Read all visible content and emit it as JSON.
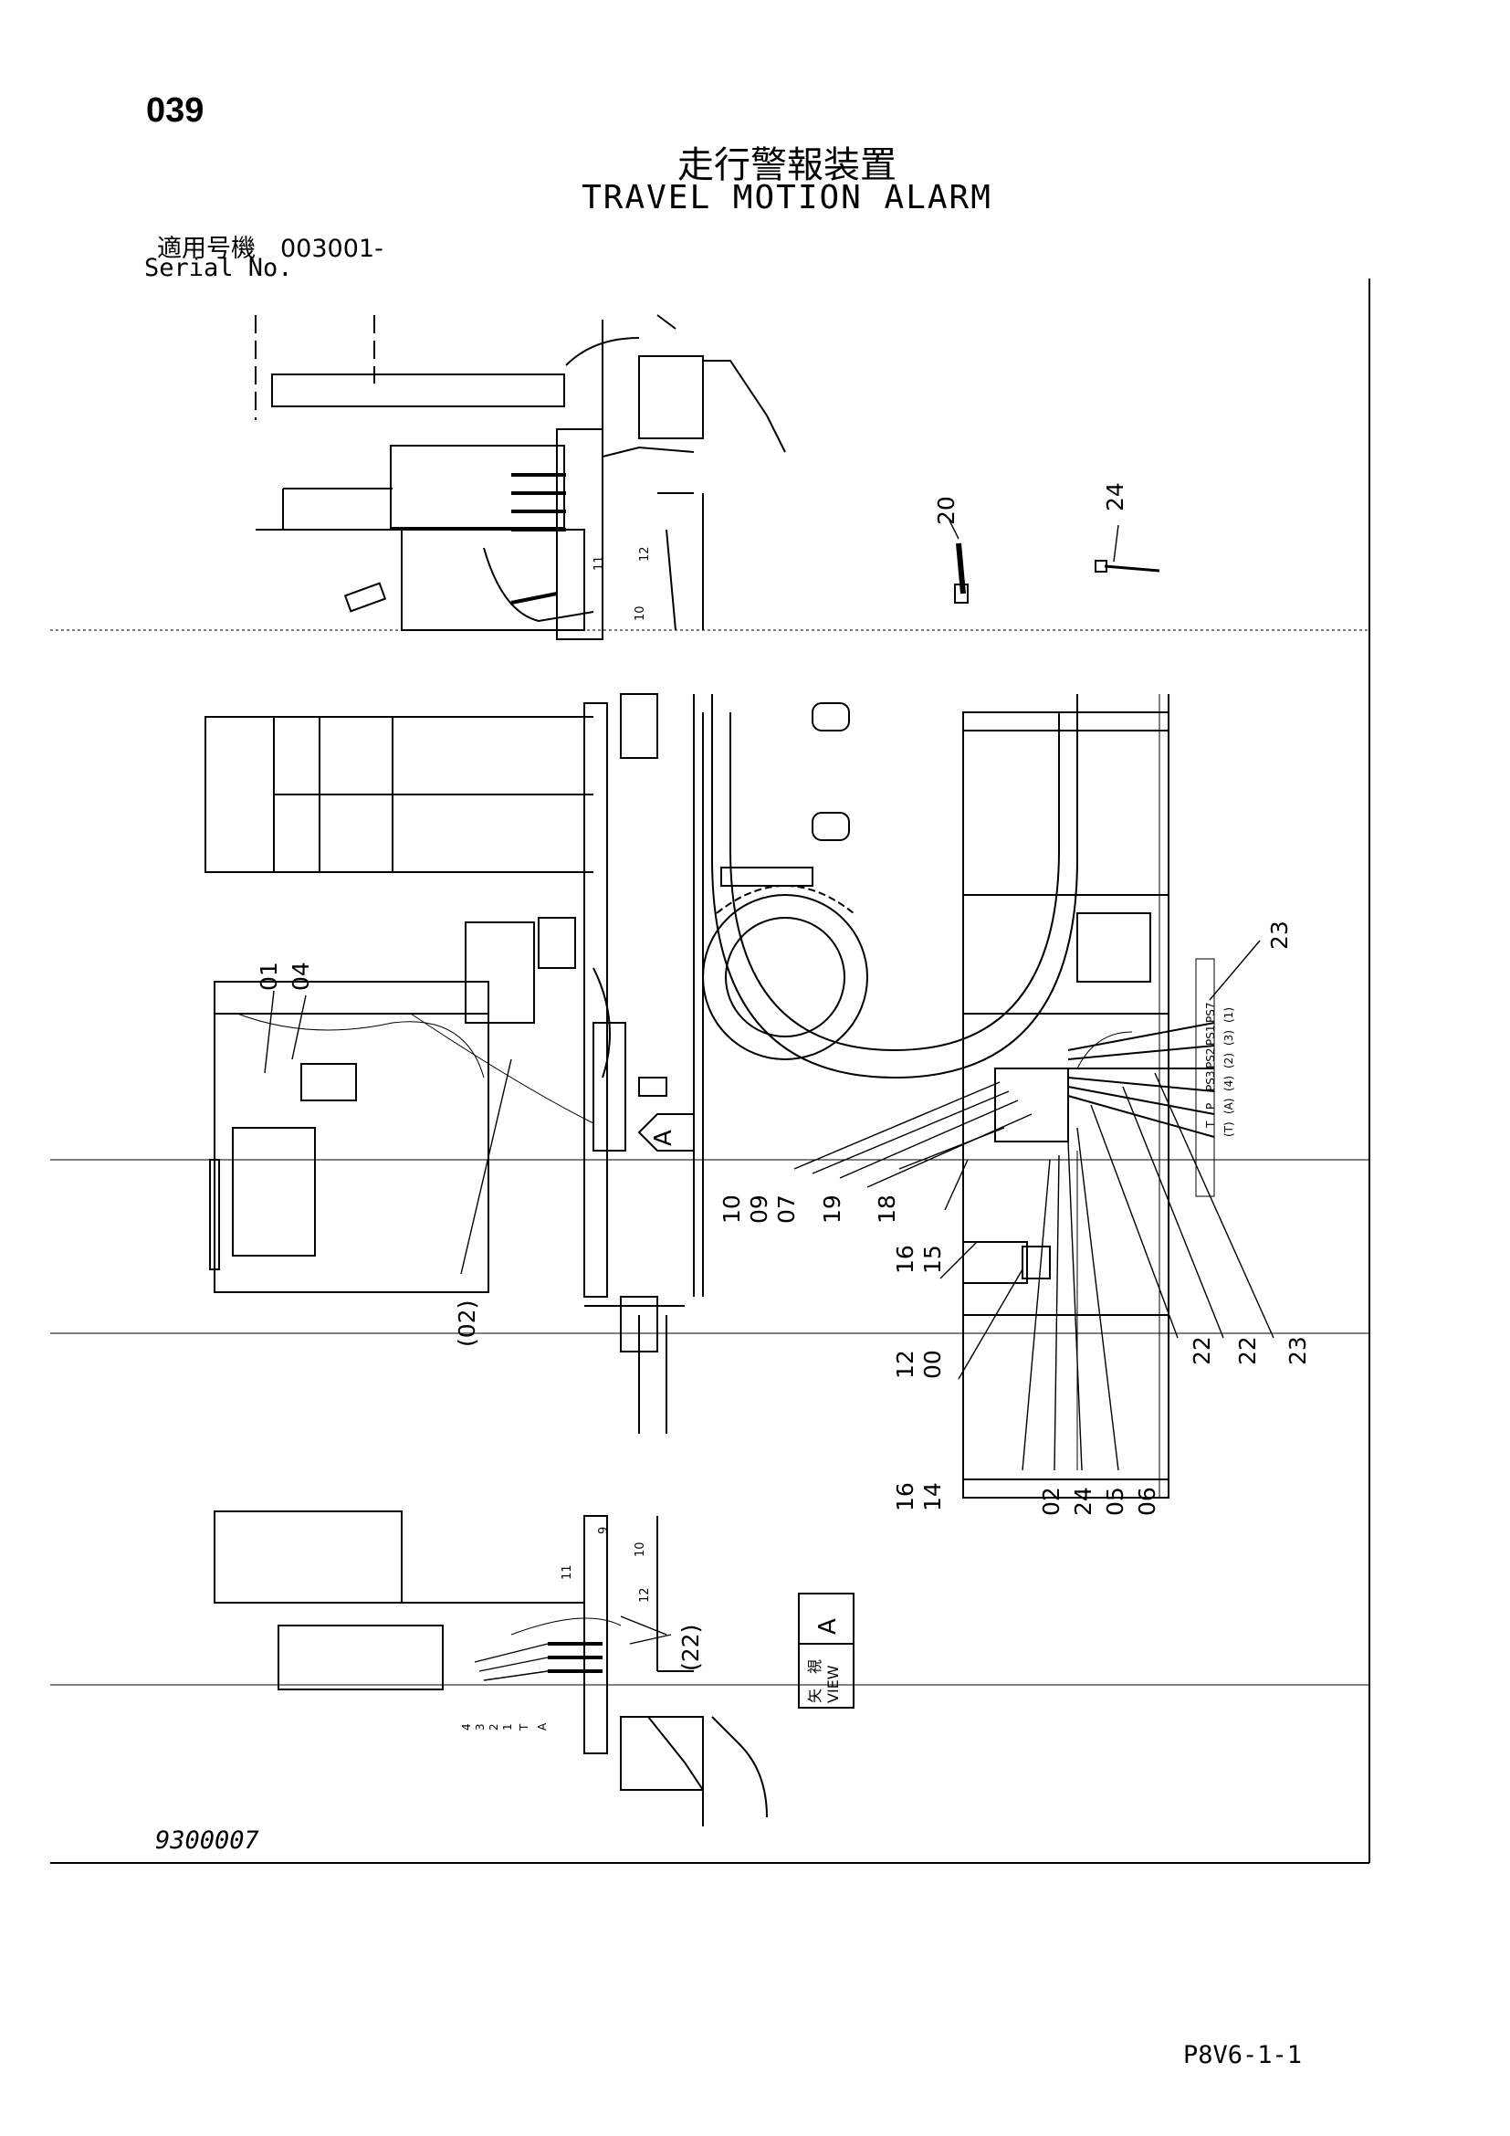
{
  "header": {
    "page_number": "039",
    "title_jp": "走行警報装置",
    "title_en": "TRAVEL MOTION ALARM",
    "serial_jp": "適用号機　003001-",
    "serial_en": "Serial No."
  },
  "footer": {
    "drawing_number": "9300007",
    "page_code": "P8V6-1-1"
  },
  "callouts": {
    "c20": "20",
    "c24a": "24",
    "c01": "01",
    "c04": "04",
    "c23a": "23",
    "c10": "10",
    "c09": "09",
    "c07": "07",
    "c19": "19",
    "c18": "18",
    "c16a": "16",
    "c15": "15",
    "c02p": "(02)",
    "c12": "12",
    "c00": "00",
    "c22a": "22",
    "c22b": "22",
    "c23b": "23",
    "c16b": "16",
    "c14": "14",
    "c02": "02",
    "c24b": "24",
    "c05": "05",
    "c06": "06",
    "c22p": "(22)",
    "top_10": "10",
    "top_11": "11",
    "top_12": "12",
    "bot_9": "9",
    "bot_10": "10",
    "bot_11": "11",
    "bot_12": "12"
  },
  "view_marker": {
    "arrow_letter": "A",
    "view_label": "VIEW",
    "view_letter": "A",
    "view_jp": "矢　視"
  },
  "port_labels": {
    "top_row": [
      "T",
      "P",
      "PS3",
      "PS2",
      "PS1",
      "PS7"
    ],
    "bottom_row": [
      "(T)",
      "(A)",
      "(4)",
      "(2)",
      "(3)",
      "(1)"
    ],
    "lower_view": [
      "4",
      "3",
      "2",
      "1",
      "T",
      "A"
    ]
  }
}
